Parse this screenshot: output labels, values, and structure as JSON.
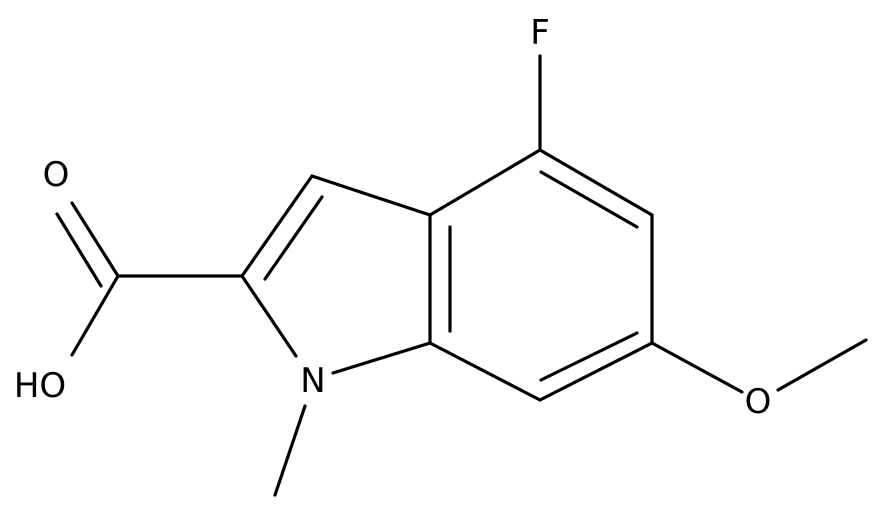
{
  "structure": {
    "atoms": {
      "fluorine": "F",
      "carbonyl_oxygen": "O",
      "hydroxyl": "HO",
      "nitrogen": "N",
      "ether_oxygen": "O"
    }
  },
  "colors": {
    "bond": "#000000",
    "label": "#000000",
    "background": "#ffffff"
  }
}
